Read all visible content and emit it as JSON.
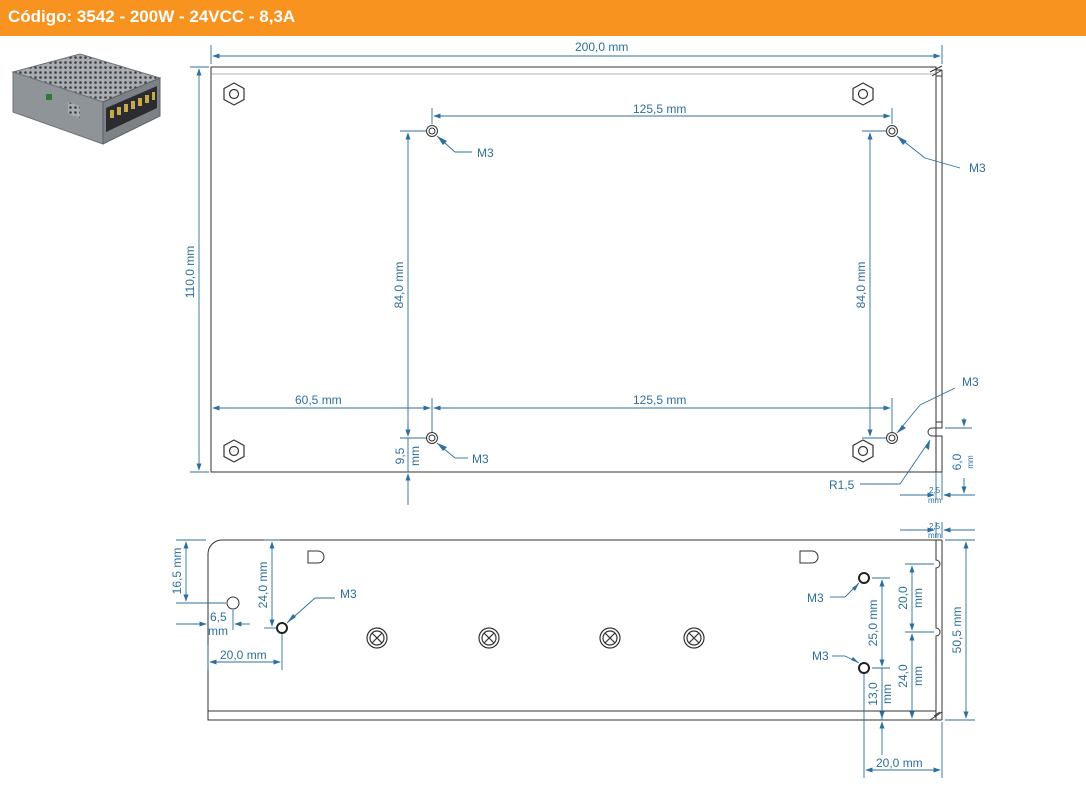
{
  "header": {
    "title": "Código: 3542 - 200W - 24VCC - 8,3A"
  },
  "colors": {
    "header_bg": "#f7931e",
    "dimension": "#2d6f9e",
    "outline": "#333333"
  },
  "top_view": {
    "width": "200,0 mm",
    "height": "110,0 mm",
    "hole_spacing_top": "125,5 mm",
    "hole_spacing_bottom": "125,5 mm",
    "left_offset": "60,5 mm",
    "vertical_left": "84,0 mm",
    "vertical_right": "84,0 mm",
    "bottom_offset_value": "9,5",
    "bottom_offset_unit": "mm",
    "slot_height_value": "6,0",
    "slot_height_unit": "mm",
    "slot_width_value": "2,5",
    "slot_width_unit": "mm",
    "radius": "R1,5",
    "m3_top_left": "M3",
    "m3_top_right": "M3",
    "m3_bottom_left": "M3",
    "m3_bottom_right": "M3"
  },
  "side_view": {
    "left_top": "16,5 mm",
    "left_vertical": "24,0 mm",
    "small_value": "6,5",
    "small_unit": "mm",
    "left_horizontal": "20,0 mm",
    "m3_left": "M3",
    "slot_width_value": "2,5",
    "slot_width_unit": "mm",
    "right_upper_value": "20,0",
    "right_upper_unit": "mm",
    "right_mid": "25,0 mm",
    "right_lower_value": "24,0",
    "right_lower_unit": "mm",
    "bottom_small_value": "13,0",
    "bottom_small_unit": "mm",
    "height": "50,5 mm",
    "right_horizontal": "20,0 mm",
    "m3_right_upper": "M3",
    "m3_right_lower": "M3"
  }
}
